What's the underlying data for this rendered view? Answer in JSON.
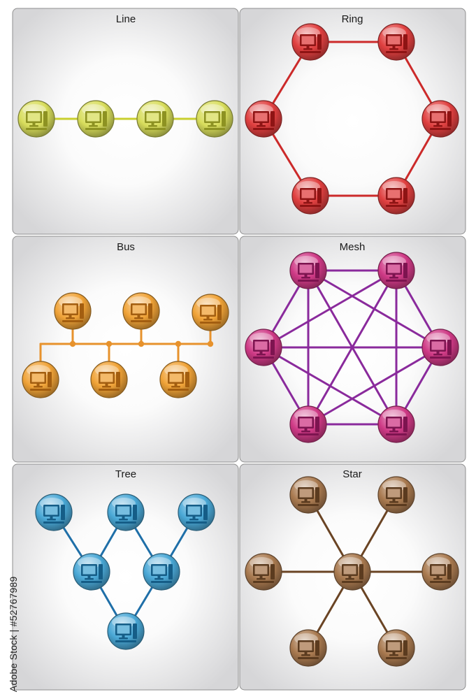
{
  "panels": [
    {
      "key": "line",
      "title": "Line",
      "color": "#d8dd5c",
      "dark": "#8d9222",
      "link": "#c9cf2e"
    },
    {
      "key": "ring",
      "title": "Ring",
      "color": "#e04040",
      "dark": "#8e1414",
      "link": "#cc2a2a"
    },
    {
      "key": "bus",
      "title": "Bus",
      "color": "#f0a338",
      "dark": "#a35e10",
      "link": "#e7922c"
    },
    {
      "key": "mesh",
      "title": "Mesh",
      "color": "#cf3a86",
      "dark": "#7d1450",
      "link": "#8a2a9c"
    },
    {
      "key": "tree",
      "title": "Tree",
      "color": "#4aa8d6",
      "dark": "#155d87",
      "link": "#1f6fa8"
    },
    {
      "key": "star",
      "title": "Star",
      "color": "#a97a50",
      "dark": "#5b3b1f",
      "link": "#6a4424"
    }
  ],
  "icons": {
    "node": "computer-icon"
  },
  "watermark": "Adobe Stock | #52767989"
}
